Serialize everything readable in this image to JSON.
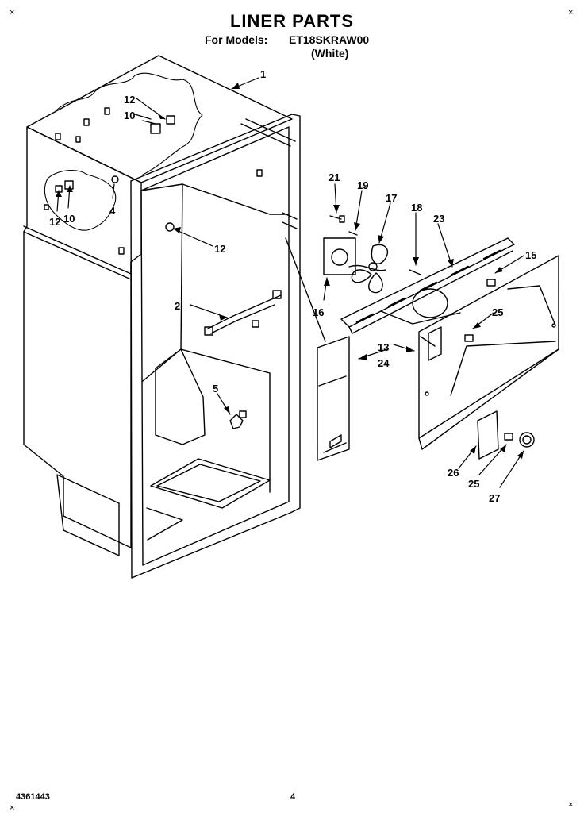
{
  "header": {
    "title": "LINER PARTS",
    "models_prefix": "For Models:",
    "model": "ET18SKRAW00",
    "variant": "(White)"
  },
  "footer": {
    "doc_number": "4361443",
    "page_number": "4"
  },
  "callouts": {
    "c1": "1",
    "c12a": "12",
    "c10a": "10",
    "c12b": "12",
    "c10b": "10",
    "c4": "4",
    "c12c": "12",
    "c2": "2",
    "c5": "5",
    "c21": "21",
    "c19": "19",
    "c17": "17",
    "c18": "18",
    "c23": "23",
    "c15": "15",
    "c16": "16",
    "c25a": "25",
    "c13": "13",
    "c24": "24",
    "c26": "26",
    "c25b": "25",
    "c27": "27"
  },
  "corner_marks": {
    "tl": "×",
    "tr": "×",
    "bl": "×",
    "br": "×"
  }
}
